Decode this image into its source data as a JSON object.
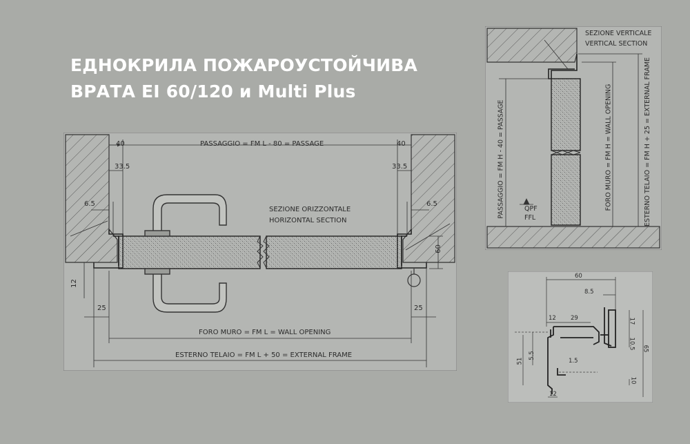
{
  "title": {
    "line1": "ЕДНОКРИЛА ПОЖАРОУСТОЙЧИВА",
    "line2": "ВРАТА EI 60/120 и Multi Plus"
  },
  "horizontal_section": {
    "label_line1": "SEZIONE ORIZZONTALE",
    "label_line2": "HORIZONTAL SECTION",
    "passage": "PASSAGGIO = FM L - 80 = PASSAGE",
    "wall_opening": "FORO MURO = FM L = WALL OPENING",
    "external_frame": "ESTERNO TELAIO = FM L + 50 = EXTERNAL FRAME",
    "dim_40_left": "40",
    "dim_40_right": "40",
    "dim_33_5_left": "33.5",
    "dim_33_5_right": "33.5",
    "dim_6_5_left": "6.5",
    "dim_6_5_right": "6.5",
    "dim_60": "60",
    "dim_12": "12",
    "dim_25_left": "25",
    "dim_25_right": "25"
  },
  "vertical_section": {
    "label_line1": "SEZIONE VERTICALE",
    "label_line2": "VERTICAL SECTION",
    "passage": "PASSAGGIO = FM H - 40 = PASSAGE",
    "wall_opening": "FORO MURO = FM H = WALL OPENING",
    "external_frame": "ESTERNO TELAIO = FM H + 25 = EXTERNAL FRAME",
    "qpf": "QPF",
    "ffl": "FFL"
  },
  "frame_detail": {
    "dim_60": "60",
    "dim_8_5": "8.5",
    "dim_12_top": "12",
    "dim_29": "29",
    "dim_17": "17",
    "dim_10_5": "10.5",
    "dim_65": "65",
    "dim_51": "51",
    "dim_5_5": "5.5",
    "dim_1_5": "1.5",
    "dim_10": "10",
    "dim_12_bottom": "12"
  }
}
